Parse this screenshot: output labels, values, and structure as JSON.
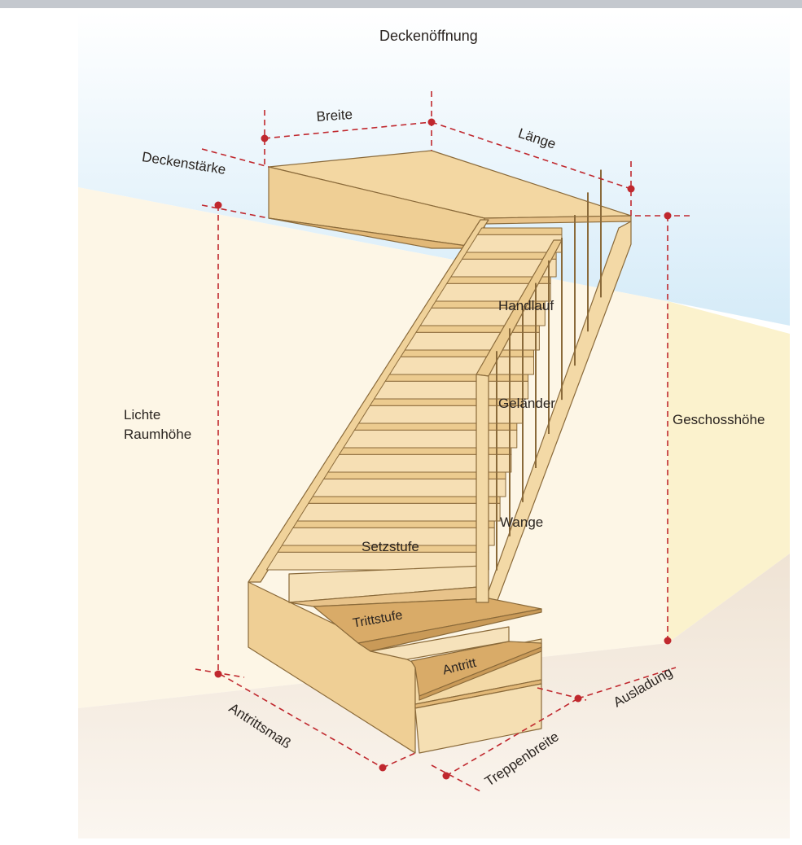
{
  "title": "Deckenöffnung",
  "labels": {
    "breite": "Breite",
    "laenge": "Länge",
    "deckenstaerke": "Deckenstärke",
    "lichte_raumhoehe_1": "Lichte",
    "lichte_raumhoehe_2": "Raumhöhe",
    "geschosshoehe": "Geschosshöhe",
    "handlauf": "Handlauf",
    "gelaender": "Geländer",
    "wange": "Wange",
    "setzstufe": "Setzstufe",
    "trittstufe": "Trittstufe",
    "antritt": "Antritt",
    "antrittsmass": "Antrittsmaß",
    "treppenbreite": "Treppenbreite",
    "ausladung": "Ausladung"
  },
  "colors": {
    "dimension_line": "#c0282e",
    "wood_light": "#f6dfb4",
    "wood_mid": "#eccb8f",
    "wood_dark": "#d6a866",
    "outline": "#8a6a3a",
    "sky": "#dbeefa",
    "wall_left": "#fdf6e6",
    "wall_right": "#fbf3d2",
    "floor": "#efe2d2"
  }
}
